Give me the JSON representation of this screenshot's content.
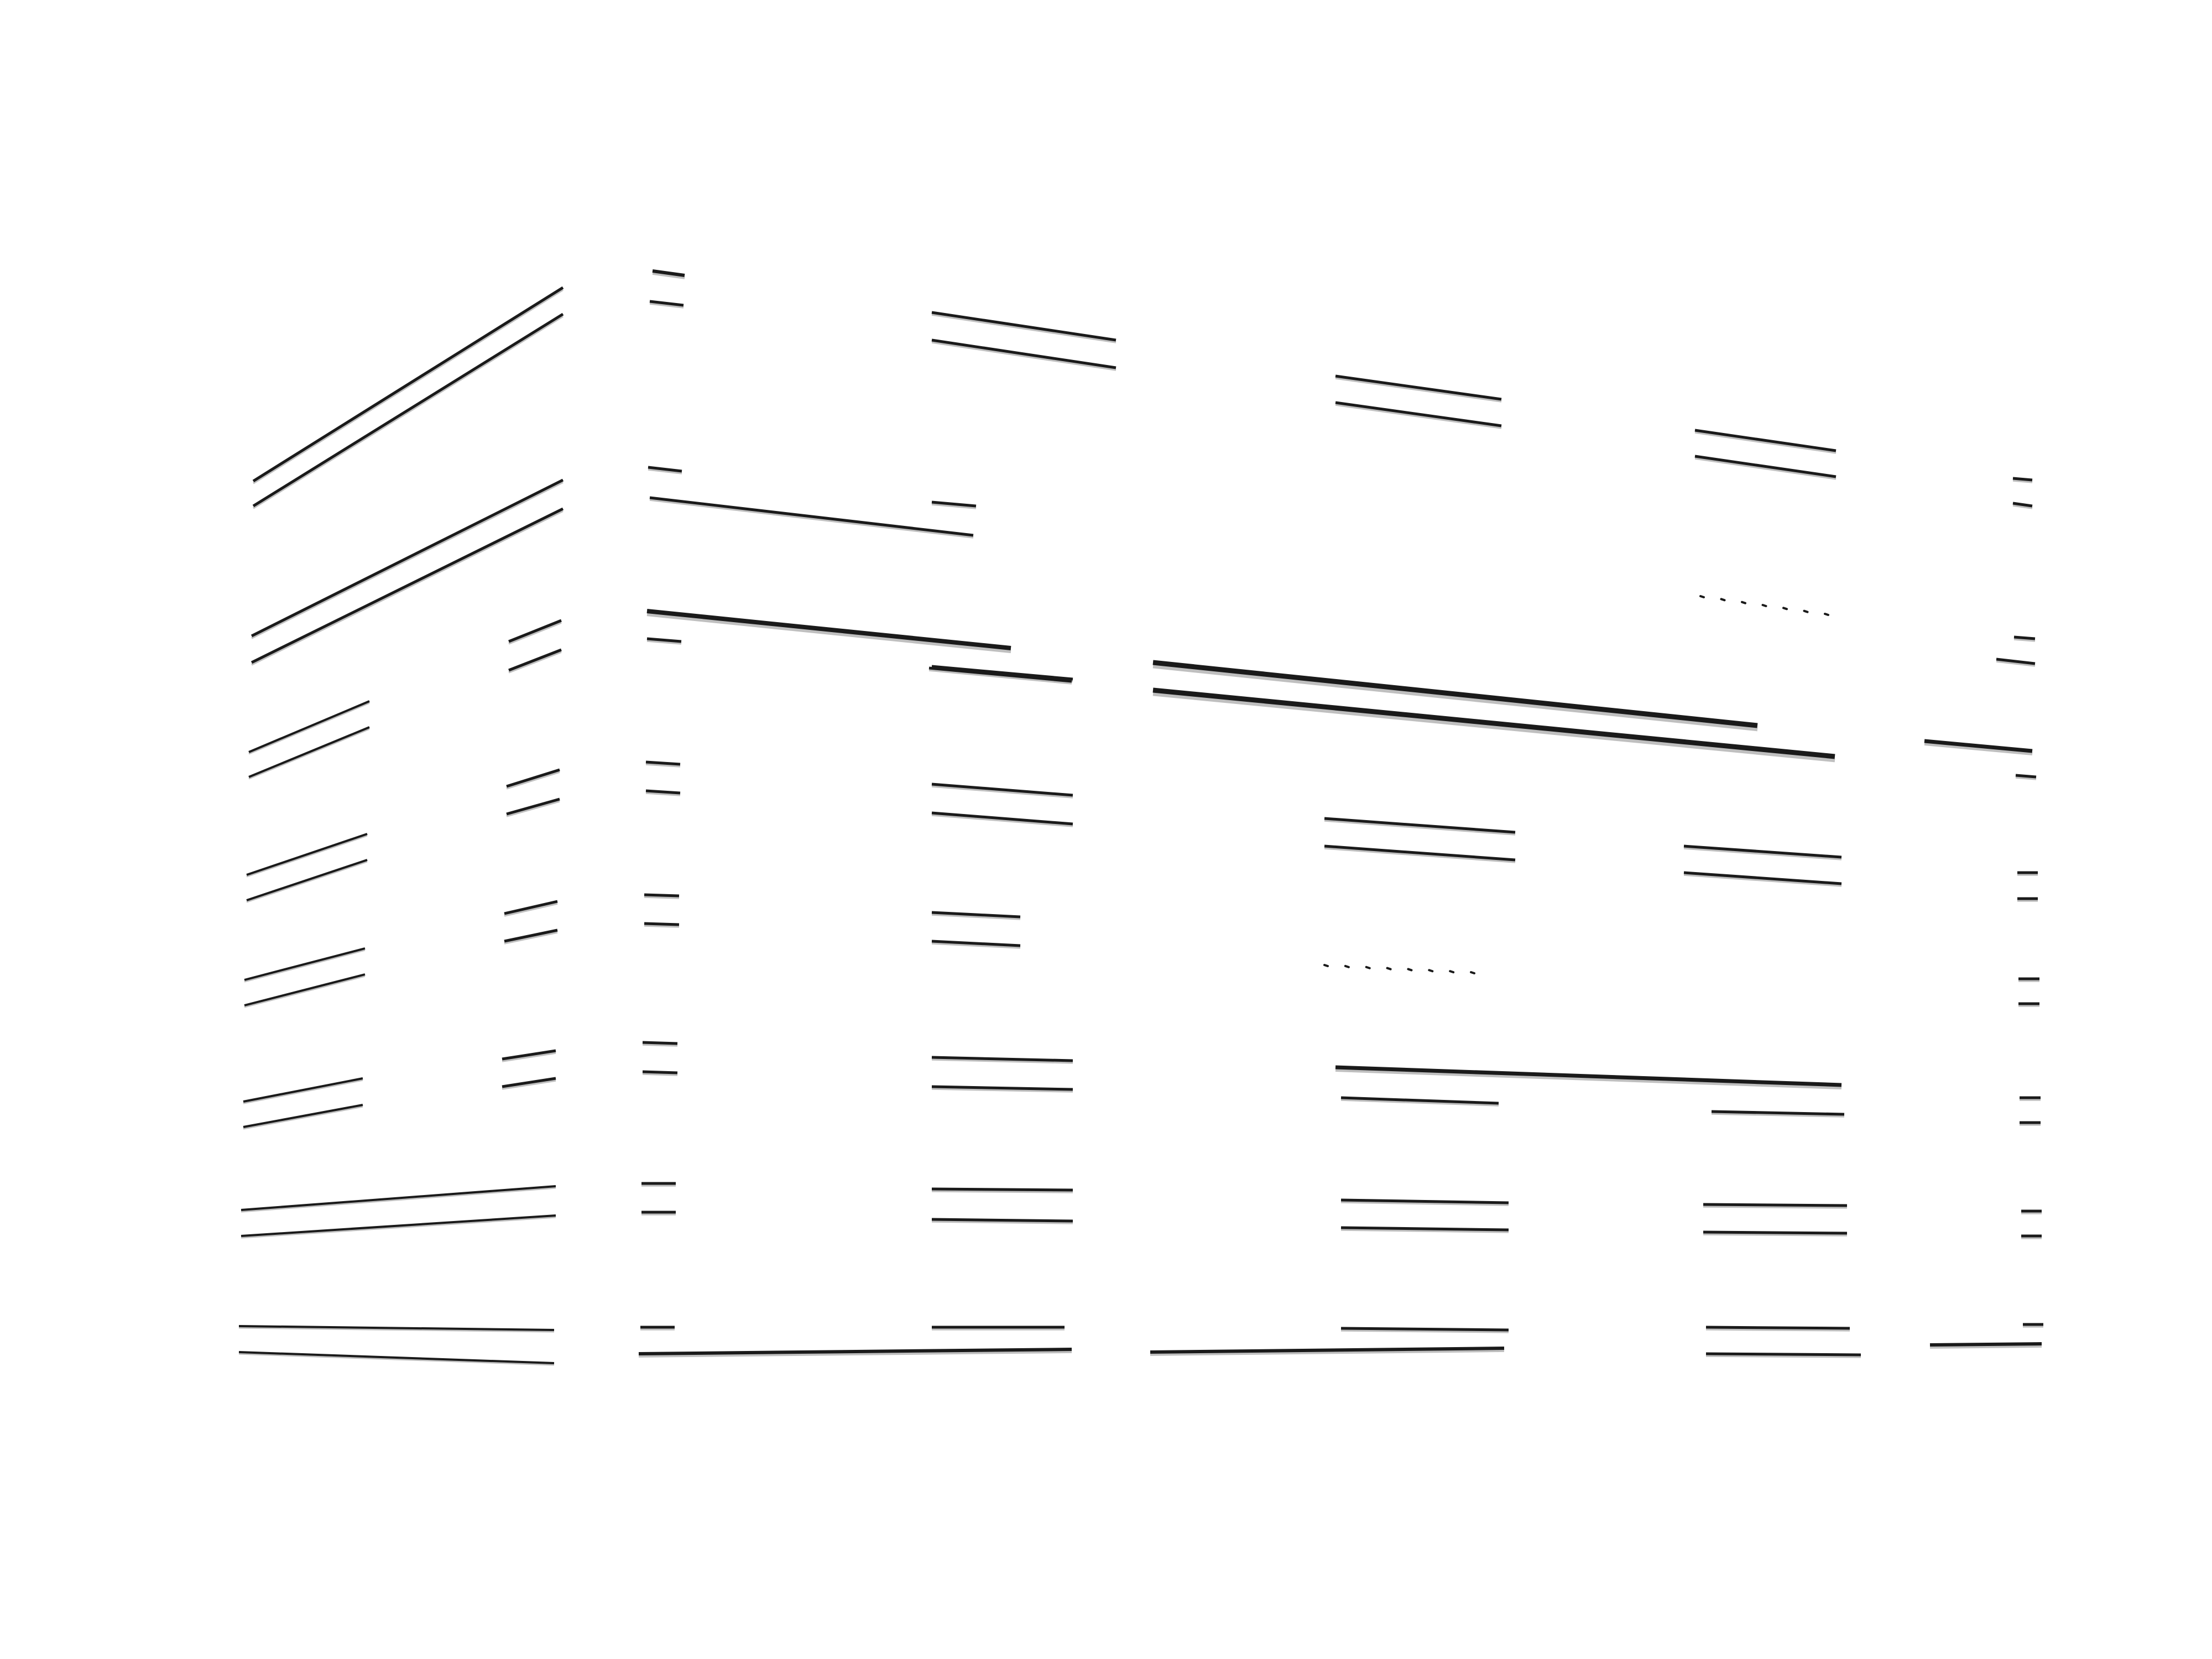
{
  "drawing": {
    "description_visible_text": "",
    "colors": {
      "background": "#ffffff",
      "line": "#1a1a1a",
      "shadow": "#b5b5b5"
    },
    "groups": [
      "left-face-sills",
      "left-face-posts",
      "column-a-ledges",
      "column-b-ledges",
      "column-c-ledges",
      "column-d-ledges",
      "right-edge-ledges",
      "mid-band-beams",
      "base-beams",
      "dot-specks"
    ]
  }
}
